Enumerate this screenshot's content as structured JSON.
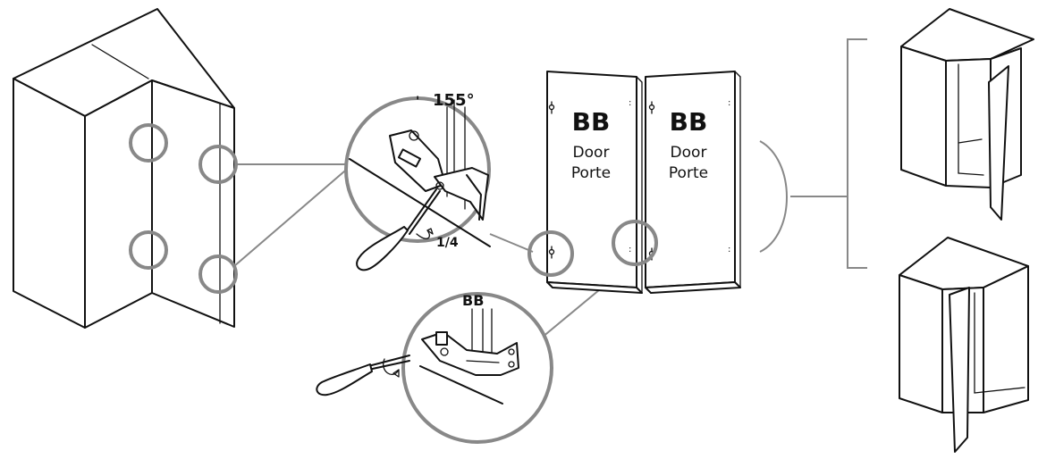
{
  "angle_label": "155°",
  "turn_label": "1/4",
  "hinge_label": "BB",
  "doors": [
    {
      "code": "BB",
      "line1": "Door",
      "line2": "Porte"
    },
    {
      "code": "BB",
      "line1": "Door",
      "line2": "Porte"
    }
  ],
  "colors": {
    "line": "#111111",
    "callout": "#888888",
    "background": "#ffffff"
  }
}
